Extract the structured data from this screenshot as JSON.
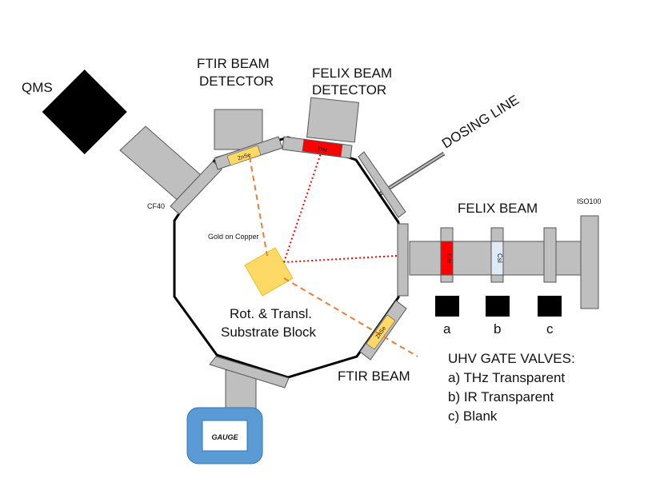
{
  "labels": {
    "qms": "QMS",
    "ftir_detector_line1": "FTIR BEAM",
    "ftir_detector_line2": "DETECTOR",
    "felix_detector_line1": "FELIX BEAM",
    "felix_detector_line2": "DETECTOR",
    "dosing_line": "DOSING LINE",
    "felix_beam": "FELIX BEAM",
    "iso100": "ISO100",
    "cf40": "CF40",
    "gold_on_copper": "Gold on Copper",
    "substrate_line1": "Rot. & Transl.",
    "substrate_line2": "Substrate Block",
    "ftir_beam": "FTIR BEAM",
    "gauge": "GAUGE",
    "window_znse_top": "ZnSe",
    "window_thz_top": "THz",
    "window_znse_bottom": "ZnSe",
    "valve_thz_window": "THz",
    "valve_csi_window": "CsI",
    "valve_a": "a",
    "valve_b": "b",
    "valve_c": "c",
    "legend_title": "UHV GATE VALVES:",
    "legend_a": "a) THz Transparent",
    "legend_b": "b) IR Transparent",
    "legend_c": "c) Blank"
  },
  "colors": {
    "port_gray": "#bfbfbf",
    "znse": "#ffd966",
    "thz": "#ff0000",
    "csi": "#deebf7",
    "gold": "#ffd966",
    "gauge": "#5b9bd5",
    "ftir_beam_line": "#ed7d31",
    "felix_beam_line": "#ff0000"
  }
}
